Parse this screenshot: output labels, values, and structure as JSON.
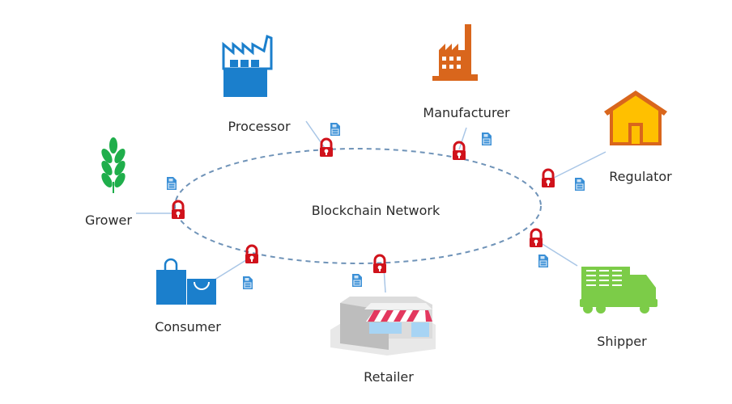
{
  "title": "Blockchain Network",
  "colors": {
    "ring": "#6f93b8",
    "connector": "#a9c6e6",
    "lock": "#d0121b",
    "doc": "#3a8fd6",
    "processor": "#1b7fcc",
    "manufacturer": "#d9661c",
    "regulator_fill": "#ffc000",
    "regulator_stroke": "#d9661c",
    "grower": "#1fae4b",
    "consumer": "#1b7fcc",
    "shipper": "#7ccc48",
    "awning": "#e3385f"
  },
  "participants": [
    {
      "id": "processor",
      "label": "Processor"
    },
    {
      "id": "manufacturer",
      "label": "Manufacturer"
    },
    {
      "id": "regulator",
      "label": "Regulator"
    },
    {
      "id": "grower",
      "label": "Grower"
    },
    {
      "id": "consumer",
      "label": "Consumer"
    },
    {
      "id": "retailer",
      "label": "Retailer"
    },
    {
      "id": "shipper",
      "label": "Shipper"
    }
  ]
}
